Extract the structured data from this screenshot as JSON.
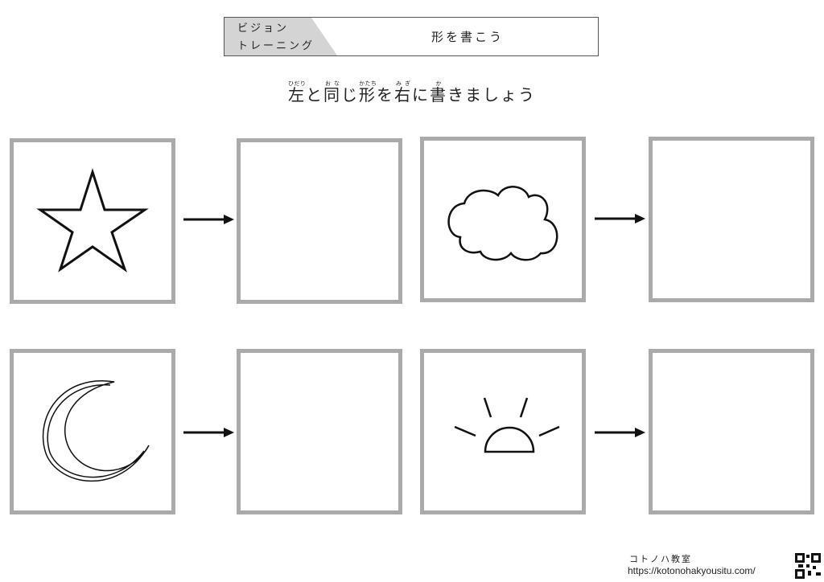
{
  "header": {
    "category_line1": "ビジョン",
    "category_line2": "トレーニング",
    "title": "形を書こう"
  },
  "instruction": [
    {
      "text": "左",
      "ruby": "ひだり"
    },
    {
      "text": "と"
    },
    {
      "text": "同",
      "ruby": "おな"
    },
    {
      "text": "じ"
    },
    {
      "text": "形",
      "ruby": "かたち"
    },
    {
      "text": "を"
    },
    {
      "text": "右",
      "ruby": "みぎ"
    },
    {
      "text": "に"
    },
    {
      "text": "書",
      "ruby": "か"
    },
    {
      "text": "きましょう"
    }
  ],
  "exercises": [
    {
      "shape": "star-icon"
    },
    {
      "shape": "cloud-icon"
    },
    {
      "shape": "crescent-moon-icon"
    },
    {
      "shape": "sunrise-icon"
    }
  ],
  "footer": {
    "name": "コトノハ教室",
    "url": "https://kotonohakyousitu.com/"
  }
}
